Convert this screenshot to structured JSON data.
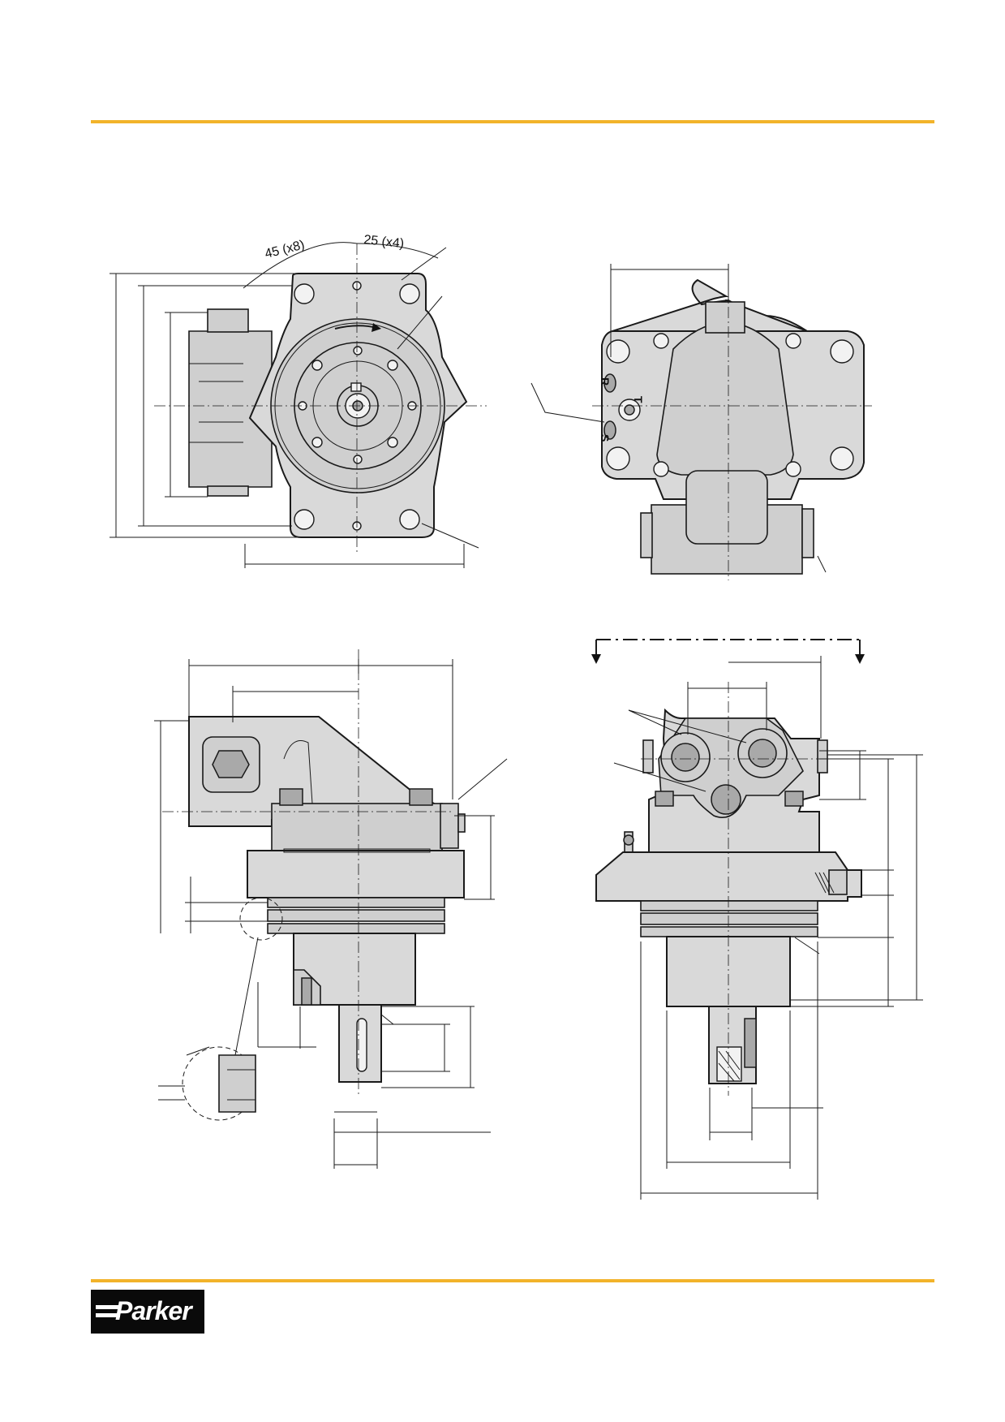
{
  "dimension_labels": {
    "bolt_angle": "45  (x8)",
    "flange_angle": "25  (x4)"
  },
  "port_labels": {
    "r": "R",
    "t": "T",
    "s": "S"
  },
  "brand": {
    "name": "Parker",
    "accent_color": "#f2b32a"
  }
}
